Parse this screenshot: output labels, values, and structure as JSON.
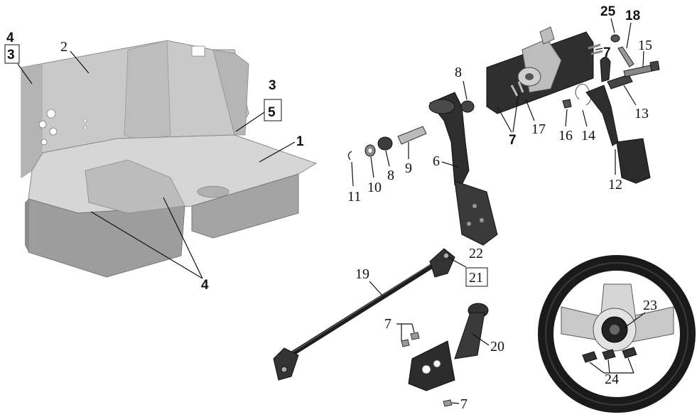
{
  "diagram": {
    "colors": {
      "body_light": "#cfcfcf",
      "body_mid": "#a8a8a8",
      "body_dark": "#7a7a7a",
      "metal_dark": "#2b2b2b",
      "metal_mid": "#555555",
      "chrome": "#d9d9d9",
      "line": "#111111"
    },
    "labels": {
      "stack_left_top": "4",
      "stack_left_bottom": "3",
      "floor_panel": "2",
      "stack_right_top": "3",
      "stack_right_bottom": "5",
      "body_tub": "1",
      "floor_mat": "4",
      "pedal_shaft_nut": "8",
      "pedal_shaft_bushing": "8",
      "pedal_cotter_pin": "11",
      "pedal_washer": "10",
      "pedal_pivot_shaft": "9",
      "brake_pedal_arm": "6",
      "bracket_bolts": "7",
      "pedal_bracket": "17",
      "bracket_nut": "16",
      "return_spring": "14",
      "accelerator_pedal": "12",
      "spacer": "13",
      "bolt": "15",
      "pin": "18",
      "cap": "25",
      "top_bolts": "7",
      "universal_joint_a": "22",
      "universal_joint_b": "21",
      "steering_shaft": "19",
      "steering_column": "20",
      "column_bolts": "7",
      "column_bottom_bolt": "7",
      "steering_hub_cap": "23",
      "steering_wheel_bolts": "24"
    }
  }
}
